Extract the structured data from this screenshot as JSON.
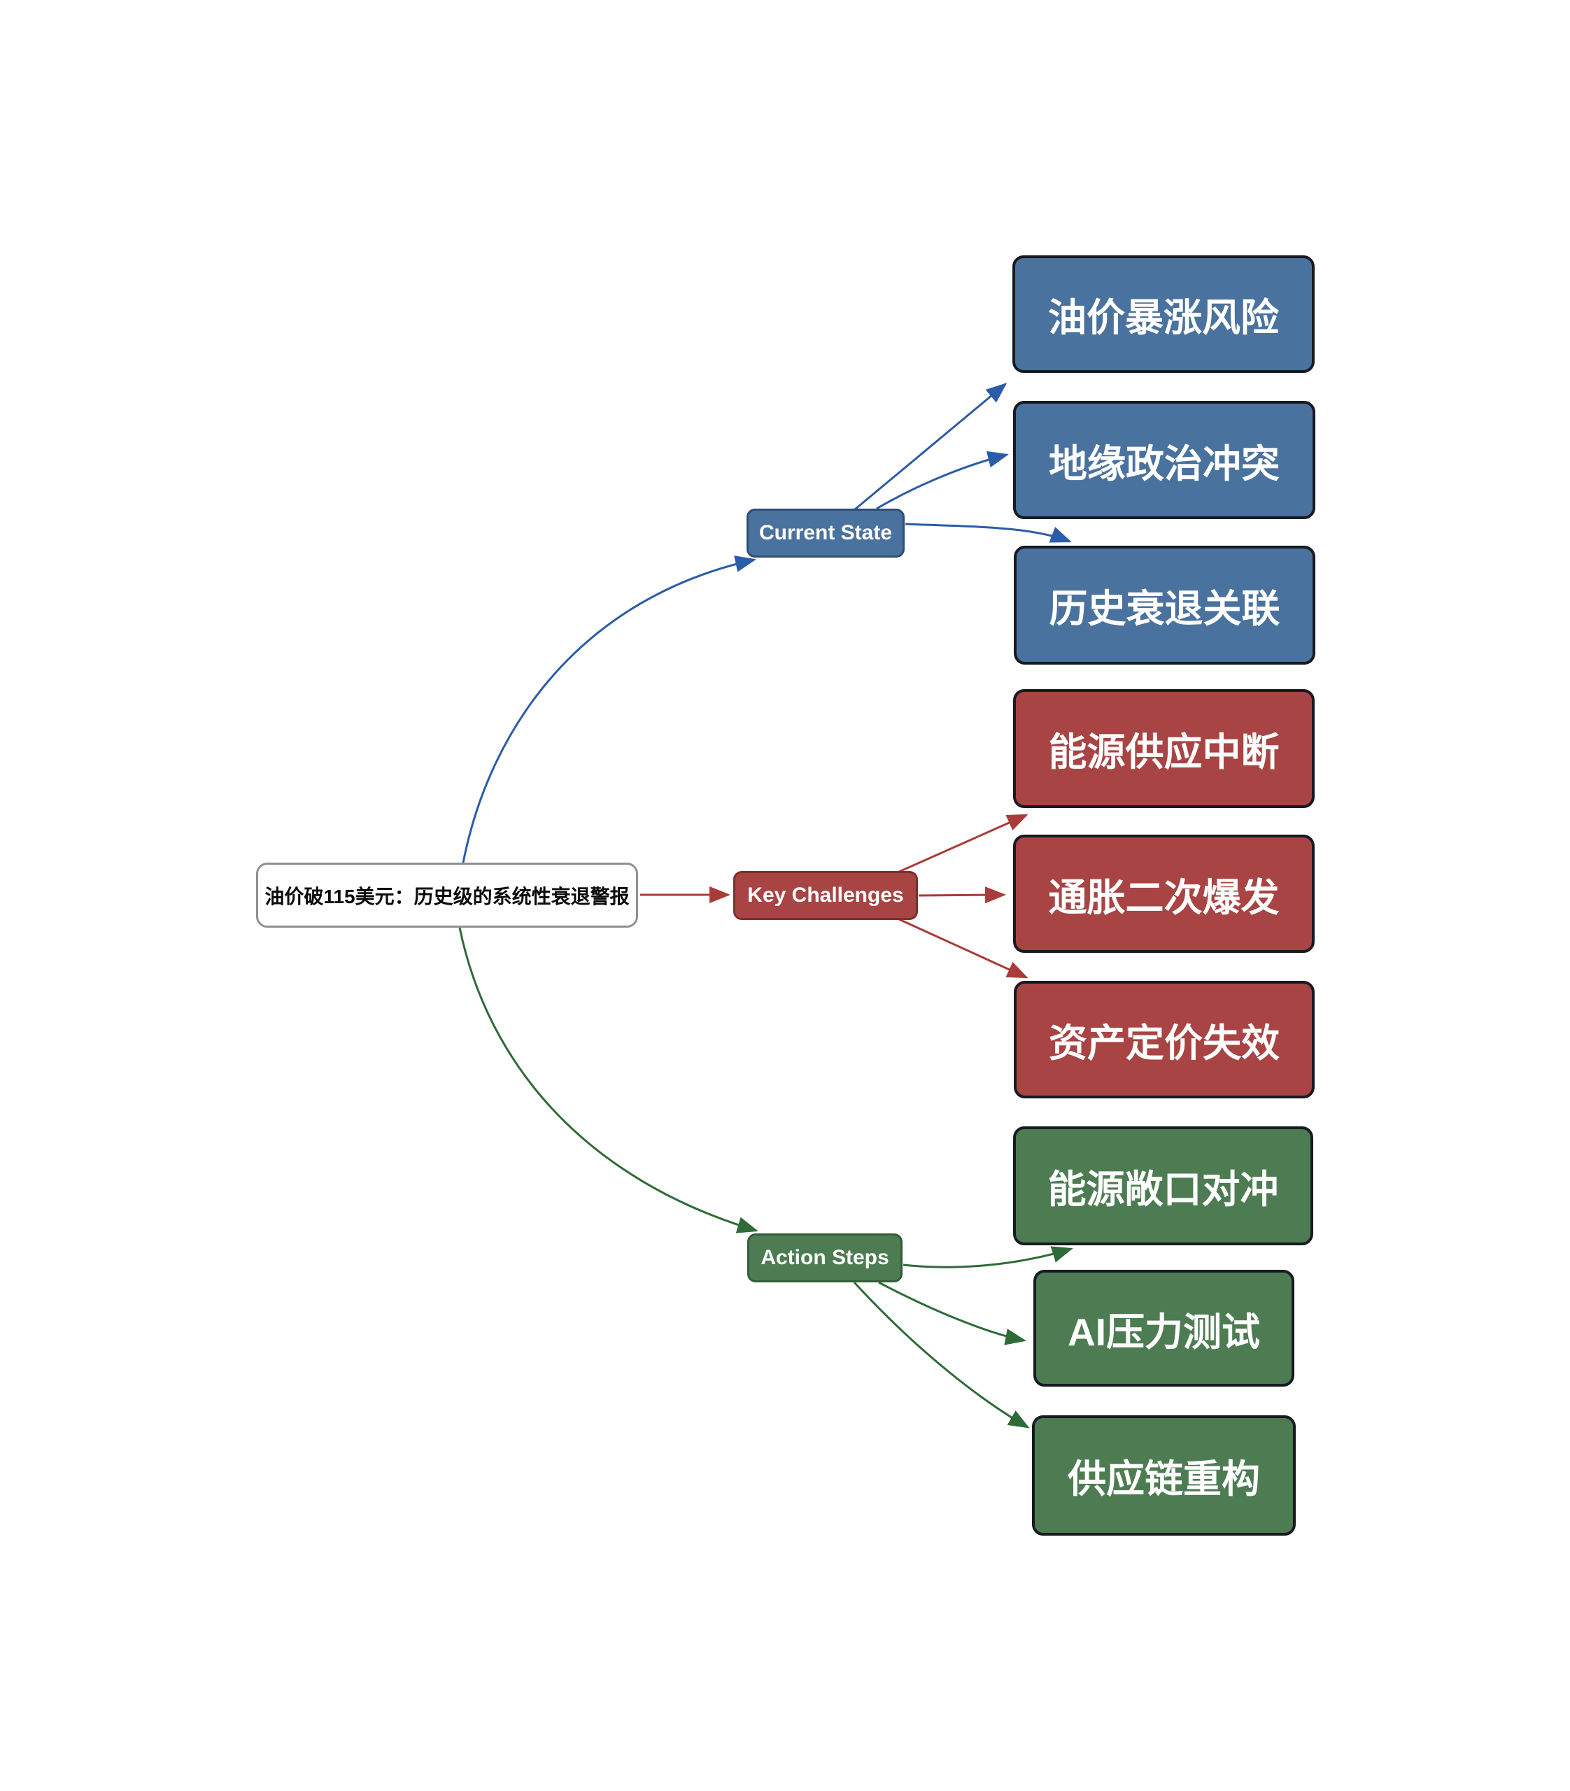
{
  "root": {
    "label": "油价破115美元：历史级的系统性衰退警报"
  },
  "branches": [
    {
      "label": "Current State",
      "fill": "#4a729e",
      "border": "#2e4e74",
      "edge": "#2b5ca8",
      "children": [
        {
          "label": "油价暴涨风险"
        },
        {
          "label": "地缘政治冲突"
        },
        {
          "label": "历史衰退关联"
        }
      ]
    },
    {
      "label": "Key Challenges",
      "fill": "#a84443",
      "border": "#7c2f2e",
      "edge": "#a93b38",
      "children": [
        {
          "label": "能源供应中断"
        },
        {
          "label": "通胀二次爆发"
        },
        {
          "label": "资产定价失效"
        }
      ]
    },
    {
      "label": "Action Steps",
      "fill": "#4d7c52",
      "border": "#365c3a",
      "edge": "#2f6b38",
      "children": [
        {
          "label": "能源敞口对冲"
        },
        {
          "label": "AI压力测试"
        },
        {
          "label": "供应链重构"
        }
      ]
    }
  ],
  "theme": {
    "background": "#ffffff",
    "leaf_border": "#171b21",
    "root_fill": "#ffffff",
    "root_border": "#8f8f8f",
    "root_text": "#0b0b0b",
    "node_text": "#ffffff"
  }
}
